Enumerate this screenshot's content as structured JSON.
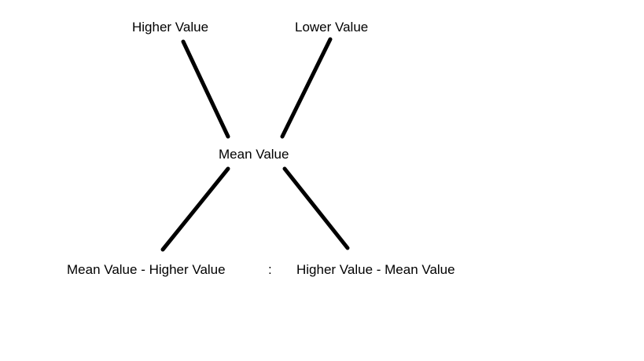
{
  "diagram": {
    "type": "alligation-cross",
    "nodes": {
      "top_left": "Higher Value",
      "top_right": "Lower Value",
      "center": "Mean Value",
      "bottom_left": "Mean Value - Higher Value",
      "ratio_separator": ":",
      "bottom_right": "Higher Value - Mean Value"
    },
    "colors": {
      "background": "#ffffff",
      "text": "#000000",
      "line": "#000000"
    }
  }
}
